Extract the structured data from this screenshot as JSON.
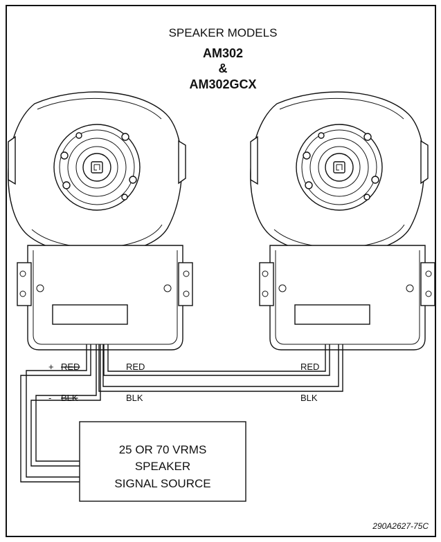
{
  "header": {
    "title": "SPEAKER MODELS",
    "model_1": "AM302",
    "ampersand": "&",
    "model_2": "AM302GCX"
  },
  "wiring": {
    "plus_label": "+",
    "red_strike": "RED",
    "minus_label": "-",
    "blk_strike": "BLK",
    "red_mid": "RED",
    "blk_mid": "BLK",
    "red_right": "RED",
    "blk_right": "BLK"
  },
  "source": {
    "line1": "25 OR 70 VRMS",
    "line2": "SPEAKER",
    "line3": "SIGNAL SOURCE"
  },
  "drawing_code": "290A2627-75C"
}
